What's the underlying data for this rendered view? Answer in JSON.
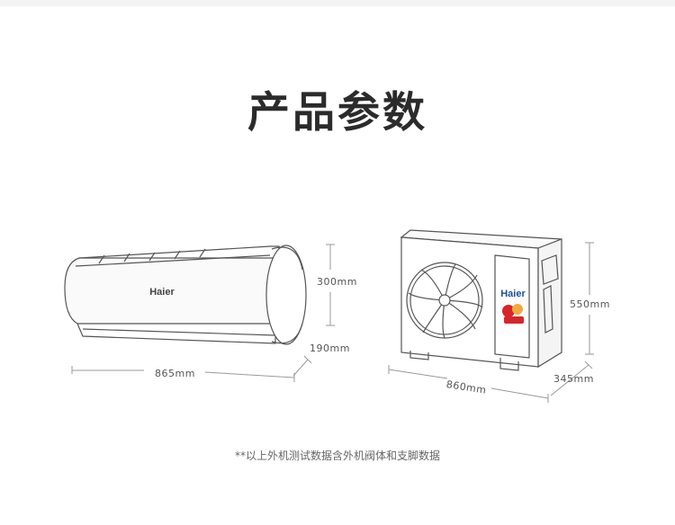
{
  "title": "产品参数",
  "indoor_unit": {
    "brand": "Haier",
    "width": "865mm",
    "height": "300mm",
    "depth": "190mm"
  },
  "outdoor_unit": {
    "brand": "Haier",
    "width": "860mm",
    "height": "550mm",
    "depth": "345mm"
  },
  "footnote": "**以上外机测试数据含外机阀体和支脚数据",
  "colors": {
    "line": "#555555",
    "dim_line": "#9a9a9a",
    "brand_blue": "#1a4fa0",
    "badge_red": "#d7262b"
  }
}
